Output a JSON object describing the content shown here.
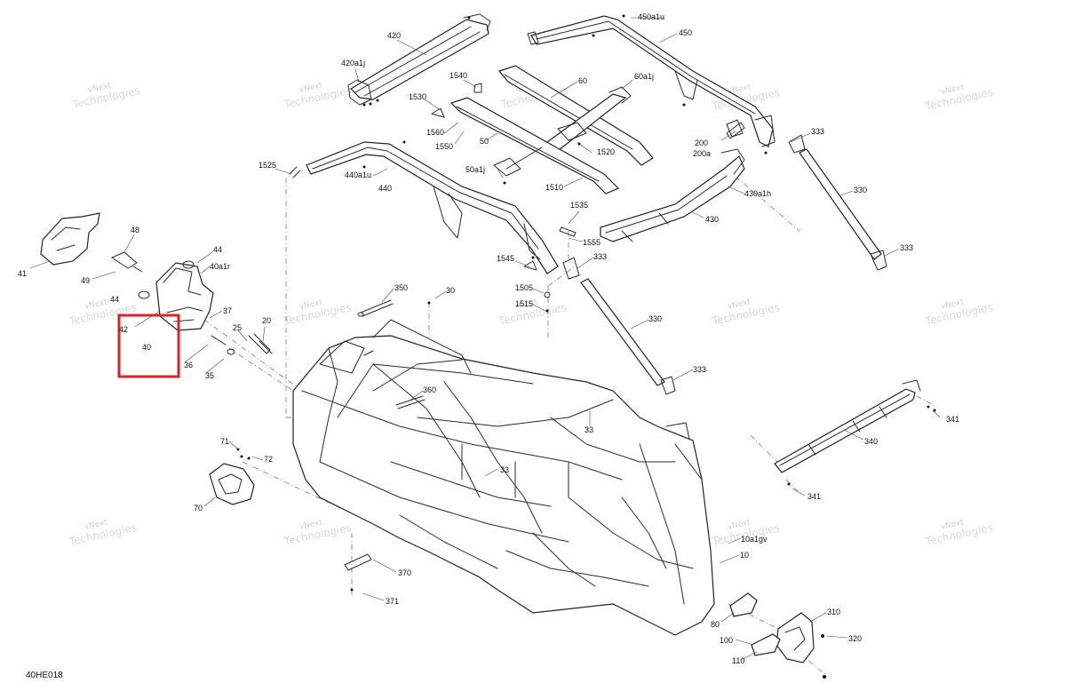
{
  "drawing_code": "40HE018",
  "highlight_color": "#d9232a",
  "watermark": {
    "line1": "vNext",
    "line2": "Technologies"
  },
  "labels": {
    "p420": "420",
    "p420a1j": "420a1j",
    "p450a1u": "450a1u",
    "p450": "450",
    "p1540": "1540",
    "p60a1j": "60a1j",
    "p60": "60",
    "p1530": "1530",
    "p1560": "1560",
    "p1550": "1550",
    "p50": "50",
    "p333a": "333",
    "p200": "200",
    "p200a": "200a",
    "p1520": "1520",
    "p1525": "1525",
    "p440a1u": "440a1u",
    "p440": "440",
    "p50a1j": "50a1j",
    "p1510": "1510",
    "p430a1h": "430a1h",
    "p330a": "330",
    "p48": "48",
    "p44a": "44",
    "p40a1r": "40a1r",
    "p41": "41",
    "p49": "49",
    "p1535": "1535",
    "p430": "430",
    "p1555": "1555",
    "p1545": "1545",
    "p333b": "333",
    "p333c": "333",
    "p350": "350",
    "p30": "30",
    "p1505": "1505",
    "p1515": "1515",
    "p44b": "44",
    "p37": "37",
    "p42": "42",
    "p20": "20",
    "p25": "25",
    "p40": "40",
    "p36": "36",
    "p35": "35",
    "p330b": "330",
    "p333d": "333",
    "p360": "360",
    "p341a": "341",
    "p33a": "33",
    "p340": "340",
    "p71": "71",
    "p72": "72",
    "p33b": "33",
    "p341b": "341",
    "p70": "70",
    "p10a1gv": "10a1gv",
    "p10": "10",
    "p370": "370",
    "p371": "371",
    "p310": "310",
    "p80": "80",
    "p100": "100",
    "p320": "320",
    "p110": "110"
  }
}
